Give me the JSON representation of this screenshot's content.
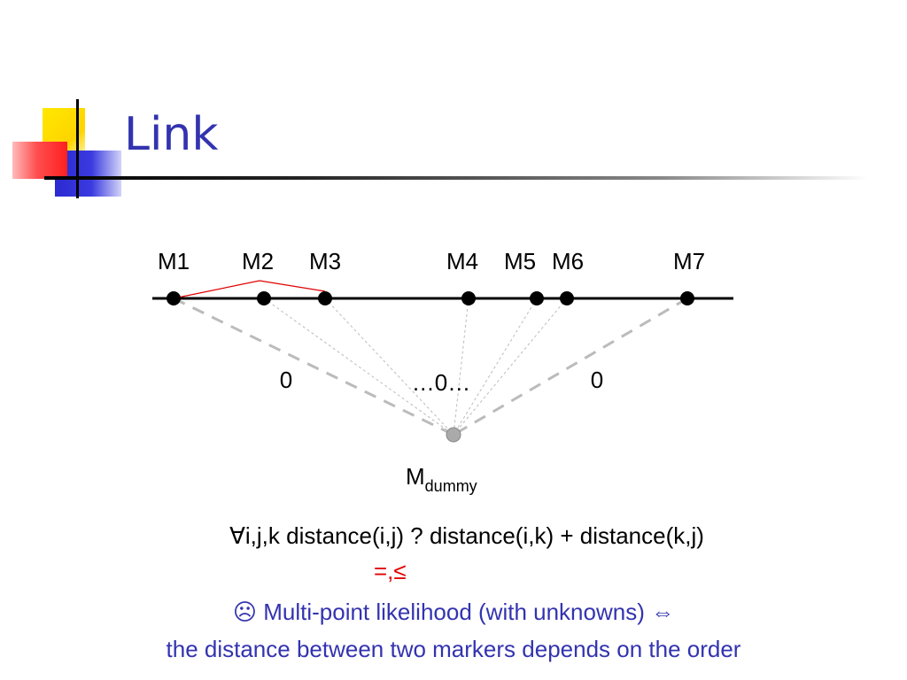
{
  "slide": {
    "title": "Link"
  },
  "diagram": {
    "markers": [
      {
        "id": "M1",
        "label": "M1"
      },
      {
        "id": "M2",
        "label": "M2"
      },
      {
        "id": "M3",
        "label": "M3"
      },
      {
        "id": "M4",
        "label": "M4"
      },
      {
        "id": "M5",
        "label": "M5"
      },
      {
        "id": "M6",
        "label": "M6"
      },
      {
        "id": "M7",
        "label": "M7"
      }
    ],
    "dummy_label_main": "M",
    "dummy_label_sub": "dummy",
    "distance_labels": [
      "0",
      "…0…",
      "0"
    ],
    "colors": {
      "line": "#000000",
      "red_link": "#e00000",
      "dashed": "#bbbbbb",
      "dummy_node": "#aaaaaa"
    }
  },
  "text": {
    "formula": "∀i,j,k   distance(i,j)  ?  distance(i,k) + distance(k,j)",
    "relation": "=,≤",
    "note_line1": "☹ Multi-point likelihood (with unknowns) ⇔",
    "note_line2": "the distance between two markers depends on the order"
  },
  "colors": {
    "title": "#3333b0",
    "accent_red": "#e00000"
  }
}
